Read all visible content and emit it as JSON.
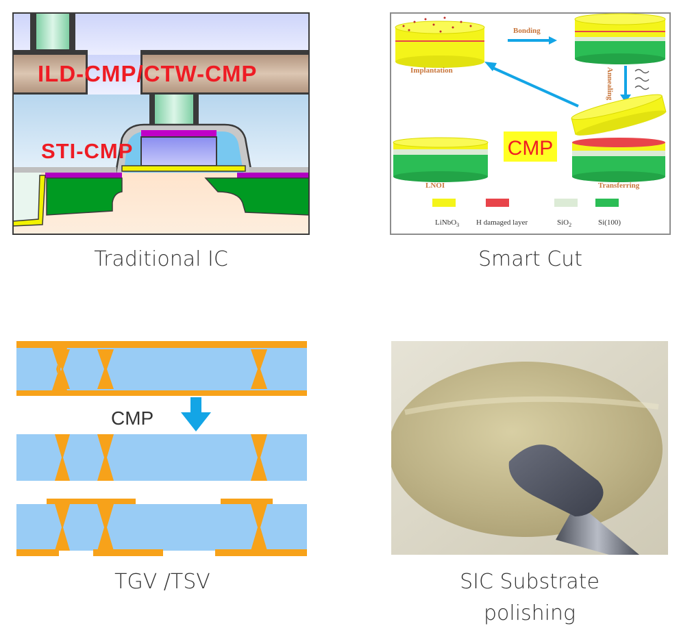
{
  "panels": {
    "traditional_ic": {
      "caption": "Traditional IC",
      "label_top": "ILD-CMP/CTW-CMP",
      "label_bottom": "STI-CMP"
    },
    "smart_cut": {
      "caption": "Smart Cut",
      "step_implantation": "Implantation",
      "step_bonding": "Bonding",
      "step_annealing": "Annealing",
      "step_transferring": "Transferring",
      "step_lnoi": "LNOI",
      "cmp_label": "CMP",
      "legend": [
        {
          "label": "LiNbO",
          "sub": "3",
          "color": "#f4f41a"
        },
        {
          "label": "H damaged layer",
          "sub": "",
          "color": "#e8444a"
        },
        {
          "label": "SiO",
          "sub": "2",
          "color": "#dcebd6"
        },
        {
          "label": "Si(100)",
          "sub": "",
          "color": "#2bbd55"
        }
      ]
    },
    "tgv_tsv": {
      "caption": "TGV /TSV",
      "cmp_label": "CMP"
    },
    "sic": {
      "caption_line1": "SIC Substrate",
      "caption_line2": "polishing"
    }
  },
  "colors": {
    "substrate_blue": "#99ccf5",
    "copper_orange": "#f7a21a",
    "arrow_blue": "#13a5e6",
    "label_red": "#ee1c24",
    "device_green": "#009a22",
    "gate_magenta": "#b000c0",
    "wafer_yellow": "#f4f41a"
  }
}
